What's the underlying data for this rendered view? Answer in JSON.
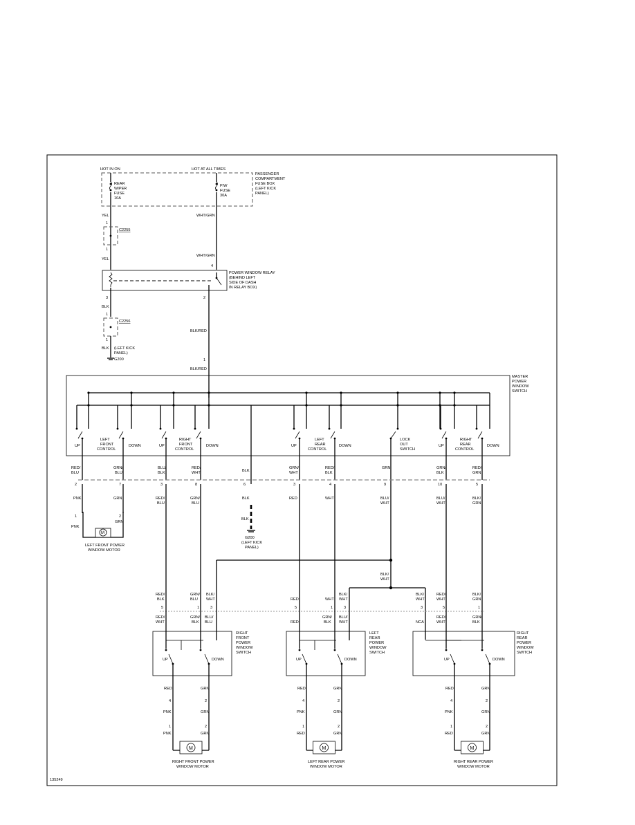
{
  "figure_id": "135249",
  "top": {
    "hot_in_on": "HOT IN ON",
    "hot_at_all_times": "HOT AT ALL TIMES",
    "fuse_box": [
      "PASSENGER",
      "COMPARTMENT",
      "FUSE BOX",
      "(LEFT KICK",
      "PANEL)"
    ],
    "rear_wiper_fuse": [
      "REAR",
      "WIPER",
      "FUSE",
      "10A"
    ],
    "pw_fuse": [
      "P/W",
      "FUSE",
      "30A"
    ],
    "relay": [
      "POWER WINDOW RELAY",
      "(BEHIND LEFT",
      "SIDE OF DASH",
      "IN RELAY BOX)"
    ],
    "c2255": "C2255",
    "c2256": "C2256",
    "left_kick_panel": [
      "(LEFT KICK",
      "PANEL)"
    ],
    "g200": "G200"
  },
  "wires": {
    "yel": "YEL",
    "wht_grn": "WHT/GRN",
    "blk": "BLK",
    "blk_red": "BLK/RED",
    "pnk": "PNK",
    "grn": "GRN",
    "red": "RED",
    "wht": "WHT",
    "red_blu": [
      "RED/",
      "BLU"
    ],
    "grn_blu": [
      "GRN/",
      "BLU"
    ],
    "blu_blk": [
      "BLU/",
      "BLK"
    ],
    "red_wht": [
      "RED/",
      "WHT"
    ],
    "grn_wht": [
      "GRN/",
      "WHT"
    ],
    "red_blk": [
      "RED/",
      "BLK"
    ],
    "blu_wht": [
      "BLU/",
      "WHT"
    ],
    "blk_wht": [
      "BLK/",
      "WHT"
    ],
    "blk_grn": [
      "BLK/",
      "GRN"
    ],
    "grn_blk": [
      "GRN/",
      "BLK"
    ],
    "blk_blu": [
      "BLK/",
      "BLU"
    ],
    "ngn": "NCA"
  },
  "pins": [
    "1",
    "2",
    "3",
    "4",
    "5",
    "6",
    "7",
    "8",
    "9",
    "10"
  ],
  "master": {
    "title": [
      "MASTER",
      "POWER",
      "WINDOW",
      "SWITCH"
    ],
    "up": "UP",
    "down": "DOWN",
    "lf_control": [
      "LEFT",
      "FRONT",
      "CONTROL"
    ],
    "rf_control": [
      "RIGHT",
      "FRONT",
      "CONTROL"
    ],
    "lr_control": [
      "LEFT",
      "REAR",
      "CONTROL"
    ],
    "rr_control": [
      "RIGHT",
      "REAR",
      "CONTROL"
    ],
    "lock_out": [
      "LOCK",
      "OUT",
      "SWITCH"
    ]
  },
  "g200_label": [
    "G200",
    "(LEFT KICK",
    "PANEL)"
  ],
  "motors": {
    "lf": [
      "LEFT FRONT POWER",
      "WINDOW MOTOR"
    ],
    "rf": [
      "RIGHT FRONT POWER",
      "WINDOW MOTOR"
    ],
    "lr": [
      "LEFT REAR POWER",
      "WINDOW MOTOR"
    ],
    "rr": [
      "RIGHT REAR POWER",
      "WINDOW MOTOR"
    ],
    "m": "M"
  },
  "door_switches": {
    "rf": [
      "RIGHT",
      "FRONT",
      "POWER",
      "WINDOW",
      "SWITCH"
    ],
    "lr": [
      "LEFT",
      "REAR",
      "POWER",
      "WINDOW",
      "SWITCH"
    ],
    "rr": [
      "RIGHT",
      "REAR",
      "POWER",
      "WINDOW",
      "SWITCH"
    ]
  }
}
